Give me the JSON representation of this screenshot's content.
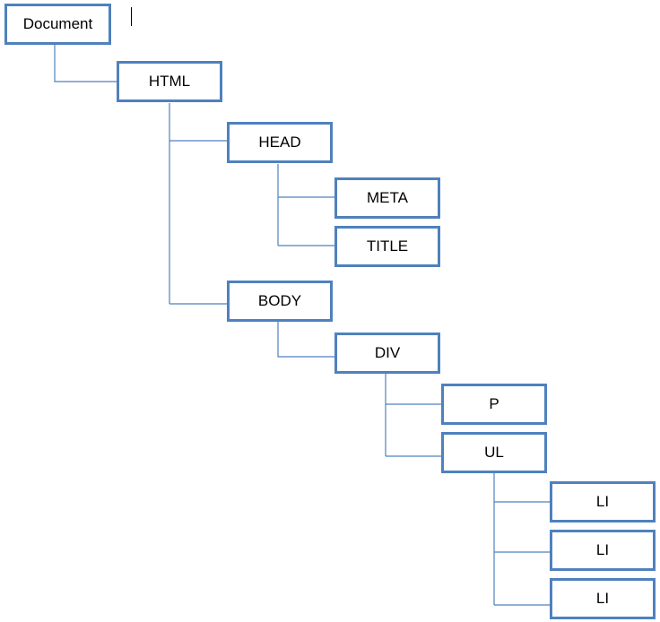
{
  "diagram": {
    "colors": {
      "border": "#4f81bd",
      "connector": "#4f81bd",
      "text": "#000000",
      "background": "#ffffff"
    },
    "nodes": {
      "document": "Document",
      "html": "HTML",
      "head": "HEAD",
      "meta": "META",
      "title": "TITLE",
      "body": "BODY",
      "div": "DIV",
      "p": "P",
      "ul": "UL",
      "li1": "LI",
      "li2": "LI",
      "li3": "LI"
    }
  }
}
